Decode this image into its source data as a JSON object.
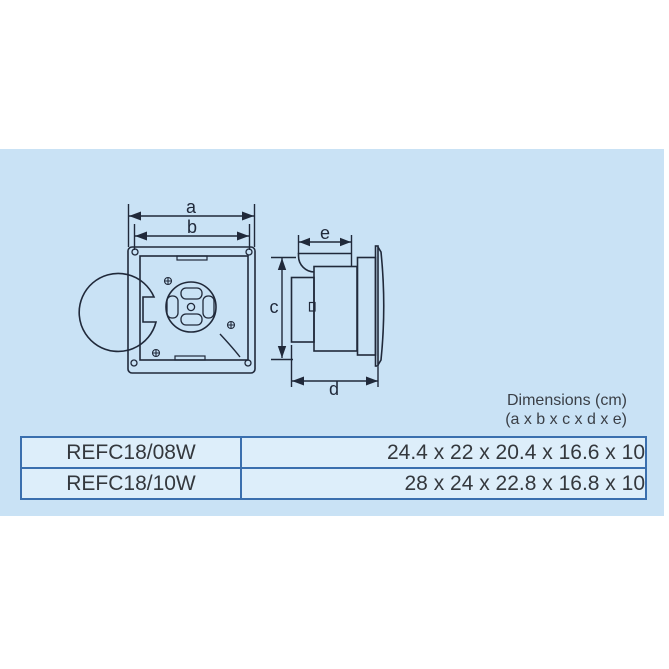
{
  "panel": {
    "background_color": "#c9e2f5"
  },
  "diagram": {
    "line_color": "#20293a",
    "labels": {
      "a": "a",
      "b": "b",
      "c": "c",
      "d": "d",
      "e": "e"
    }
  },
  "annotation": {
    "line1": "Dimensions (cm)",
    "line2": "(a x b x c x d x e)"
  },
  "table": {
    "border_color": "#3a6fae",
    "row_background": "#ddeefa",
    "text_color": "#34383d",
    "rows": [
      {
        "model": "REFC18/08W",
        "dimensions": "24.4 x 22 x 20.4 x 16.6 x 10"
      },
      {
        "model": "REFC18/10W",
        "dimensions": "28 x 24 x 22.8 x 16.8 x 10"
      }
    ]
  }
}
